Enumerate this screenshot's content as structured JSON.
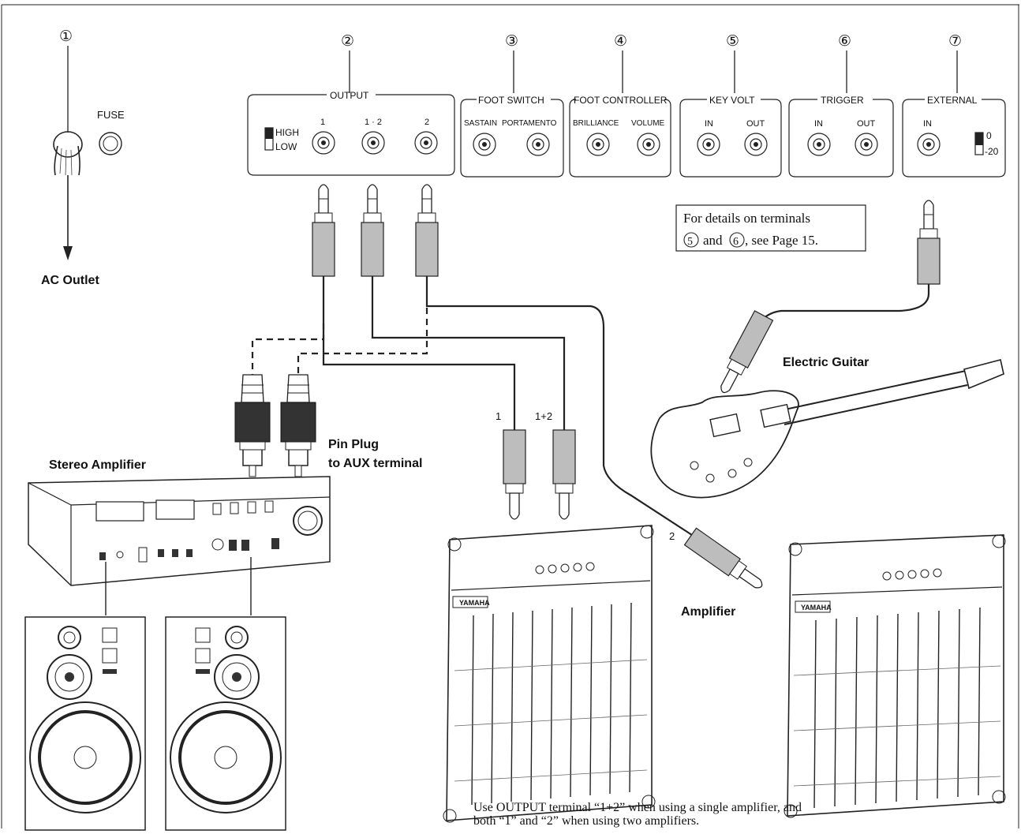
{
  "terminals": {
    "circled_numbers": [
      "①",
      "②",
      "③",
      "④",
      "⑤",
      "⑥",
      "⑦"
    ],
    "fuse_label": "FUSE",
    "ac_outlet": "AC Outlet",
    "output": {
      "title": "OUTPUT",
      "high": "HIGH",
      "low": "LOW",
      "j1": "1",
      "j12": "1 · 2",
      "j2": "2"
    },
    "foot_switch": {
      "title": "FOOT SWITCH",
      "a": "SASTAIN",
      "b": "PORTAMENTO"
    },
    "foot_controller": {
      "title": "FOOT CONTROLLER",
      "a": "BRILLIANCE",
      "b": "VOLUME"
    },
    "key_volt": {
      "title": "KEY VOLT",
      "a": "IN",
      "b": "OUT"
    },
    "trigger": {
      "title": "TRIGGER",
      "a": "IN",
      "b": "OUT"
    },
    "external": {
      "title": "EXTERNAL",
      "a": "IN",
      "s0": "0",
      "s20": "-20"
    }
  },
  "note_box": {
    "line1": "For details on terminals",
    "line2_a": "5",
    "line2_b": "and",
    "line2_c": "6",
    "line2_d": ", see Page 15."
  },
  "labels": {
    "pin_plug": "Pin Plug",
    "to_aux": "to AUX terminal",
    "stereo_amplifier": "Stereo Amplifier",
    "electric_guitar": "Electric Guitar",
    "amplifier": "Amplifier",
    "plug_1": "1",
    "plug_12": "1+2",
    "plug_2": "2",
    "brand": "YAMAHA"
  },
  "footer": {
    "line1": "Use OUTPUT terminal “1+2” when using a single amplifier, and",
    "line2": "both “1” and “2” when using two amplifiers."
  }
}
